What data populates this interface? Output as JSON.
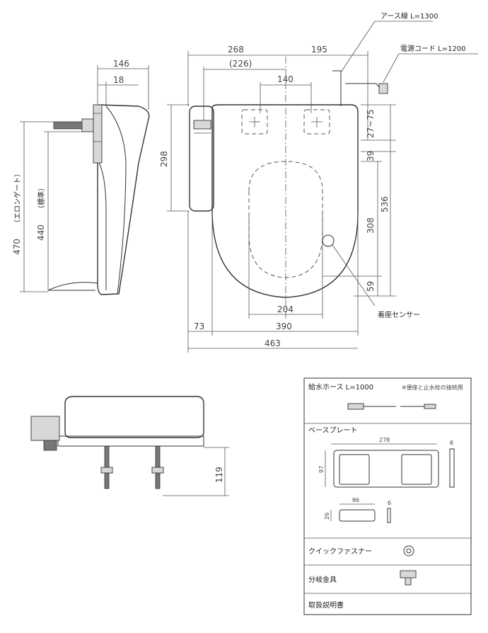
{
  "labels": {
    "earth_wire": "アース線 L=1300",
    "power_cord": "電源コード L=1200",
    "seat_sensor": "着座センサー",
    "elongated": "（エロンゲート）",
    "regular": "（標準）"
  },
  "dims_top": {
    "d268": "268",
    "d195": "195",
    "d226": "(226)",
    "d140": "140",
    "d27_75": "27~75",
    "d298": "298",
    "d39": "39",
    "d536": "536",
    "d308": "308",
    "d59": "59",
    "d204": "204",
    "d73": "73",
    "d390": "390",
    "d463": "463"
  },
  "dims_side": {
    "d146": "146",
    "d18": "18",
    "d470": "470",
    "d440": "440"
  },
  "dims_front": {
    "d119": "119"
  },
  "accessories": {
    "hose": "給水ホース L=1000",
    "hose_note": "※便座と止水栓の接続用",
    "base_plate": "ベースプレート",
    "bp_278": "278",
    "bp_97": "97",
    "bp_6a": "6",
    "bp_86": "86",
    "bp_26": "26",
    "bp_6b": "6",
    "quick_fastener": "クイックファスナー",
    "branch_fitting": "分岐金具",
    "manual": "取扱説明書"
  }
}
